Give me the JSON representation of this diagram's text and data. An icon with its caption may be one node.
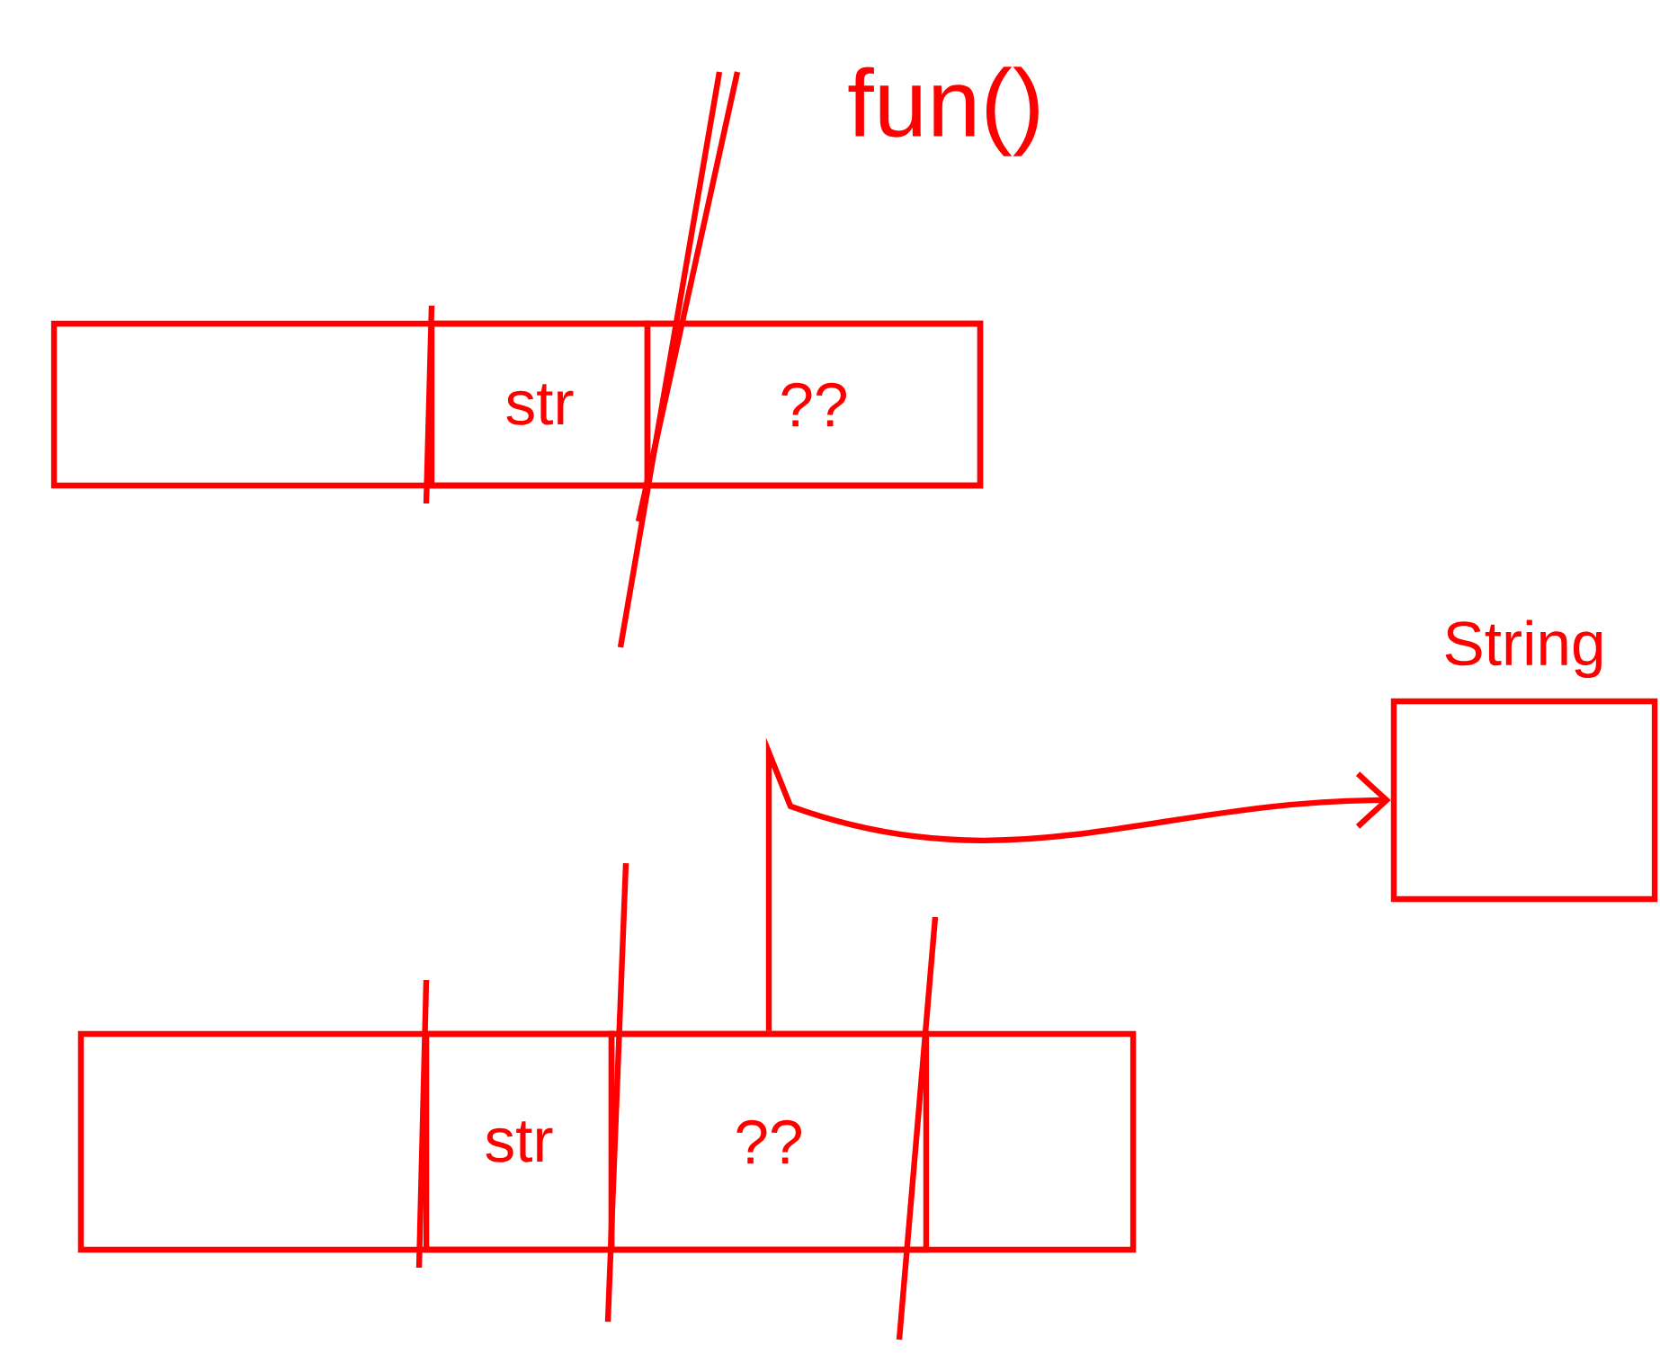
{
  "diagram": {
    "nodes": [
      {
        "text": [],
        "shape": "box"
      },
      {
        "text": [
          "str"
        ],
        "in": 0
      },
      {
        "text": [
          "??"
        ],
        "in": 0
      },
      {
        "text": [],
        "shape": "box"
      },
      {
        "text": [
          "str"
        ],
        "in": 3
      },
      {
        "text": [
          "??"
        ],
        "in": 3
      },
      {
        "text": [
          "String"
        ]
      }
    ],
    "edges": [
      {
        "from": 5,
        "to": 6,
        "arrow": "to"
      }
    ],
    "labels": [
      "fun()"
    ]
  }
}
